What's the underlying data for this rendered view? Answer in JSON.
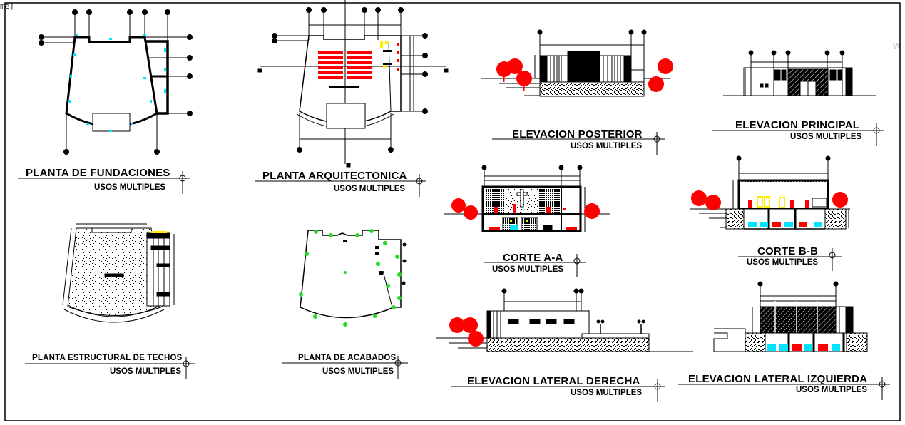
{
  "window": {
    "frame_tag": "me]",
    "watermark": "W"
  },
  "colors": {
    "line": "#000000",
    "tree": "#ff0000",
    "dimension_marker": "#00e5ff",
    "finish_marker": "#22dd22",
    "highlight": "#ffee00",
    "car_cyan": "#00e5ff",
    "car_green": "#22dd22",
    "car_red": "#ff0000"
  },
  "drawings": [
    {
      "id": "planta-fundaciones",
      "title": "PLANTA DE FUNDACIONES",
      "subtitle": "USOS MULTIPLES"
    },
    {
      "id": "planta-arquitectonica",
      "title": "PLANTA ARQUITECTONICA",
      "subtitle": "USOS MULTIPLES"
    },
    {
      "id": "elevacion-posterior",
      "title": "ELEVACION POSTERIOR",
      "subtitle": "USOS MULTIPLES"
    },
    {
      "id": "elevacion-principal",
      "title": "ELEVACION PRINCIPAL",
      "subtitle": "USOS MULTIPLES"
    },
    {
      "id": "planta-estructural-techos",
      "title": "PLANTA ESTRUCTURAL DE TECHOS",
      "subtitle": "USOS MULTIPLES"
    },
    {
      "id": "planta-acabados",
      "title": "PLANTA DE ACABADOS",
      "subtitle": "USOS MULTIPLES"
    },
    {
      "id": "corte-a-a",
      "title": "CORTE A-A",
      "subtitle": "USOS MULTIPLES"
    },
    {
      "id": "corte-b-b",
      "title": "CORTE B-B",
      "subtitle": "USOS MULTIPLES"
    },
    {
      "id": "elevacion-lateral-derecha",
      "title": "ELEVACION LATERAL DERECHA",
      "subtitle": "USOS MULTIPLES"
    },
    {
      "id": "elevacion-lateral-izquierda",
      "title": "ELEVACION LATERAL IZQUIERDA",
      "subtitle": "USOS MULTIPLES"
    }
  ]
}
